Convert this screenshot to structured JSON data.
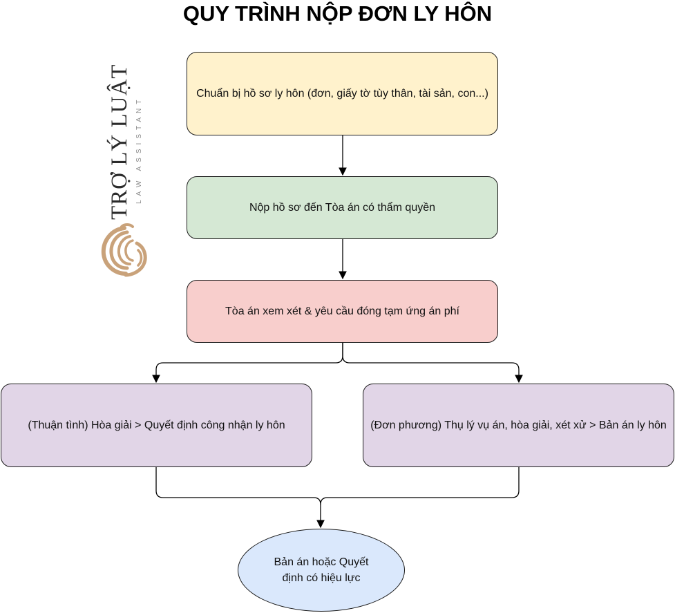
{
  "title": "QUY TRÌNH NỘP ĐƠN LY HÔN",
  "logo": {
    "name": "TRỢ LÝ LUẬT",
    "subtitle": "LAW ASSISTANT",
    "color": "#C9A27A"
  },
  "nodes": {
    "step1": {
      "text": "Chuẩn bị hồ sơ ly hôn (đơn, giấy tờ tùy thân, tài sản, con...)",
      "fill": "#FFF2CC"
    },
    "step2": {
      "text": "Nộp hồ sơ đến Tòa án có thẩm quyền",
      "fill": "#D5E8D4"
    },
    "step3": {
      "text": "Tòa án xem xét & yêu cầu đóng tạm ứng án phí",
      "fill": "#F8CECC"
    },
    "branch_left": {
      "text": "(Thuận tình) Hòa giải > Quyết định công nhận ly hôn",
      "fill": "#E1D5E7"
    },
    "branch_right": {
      "text": "(Đơn phương) Thụ lý vụ án, hòa giải, xét xử > Bản án ly hôn",
      "fill": "#E1D5E7"
    },
    "result": {
      "text": "Bản án hoặc Quyết định có hiệu lực",
      "fill": "#DAE8FC"
    }
  }
}
